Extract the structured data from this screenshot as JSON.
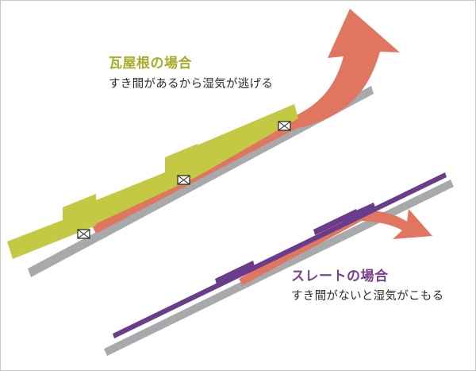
{
  "tile_roof": {
    "title": "瓦屋根の場合",
    "caption": "すき間があるから湿気が逃げる",
    "title_color": "#a6ad2c",
    "tile_color": "#c4c943",
    "board_color": "#a7a9ab",
    "airflow_color": "#e07660"
  },
  "slate_roof": {
    "title": "スレートの場合",
    "caption": "すき間がないと湿気がこもる",
    "title_color": "#7a3f8f",
    "slate_color": "#6a3d8c",
    "board_color": "#a7a9ab",
    "airflow_color": "#e07660"
  }
}
